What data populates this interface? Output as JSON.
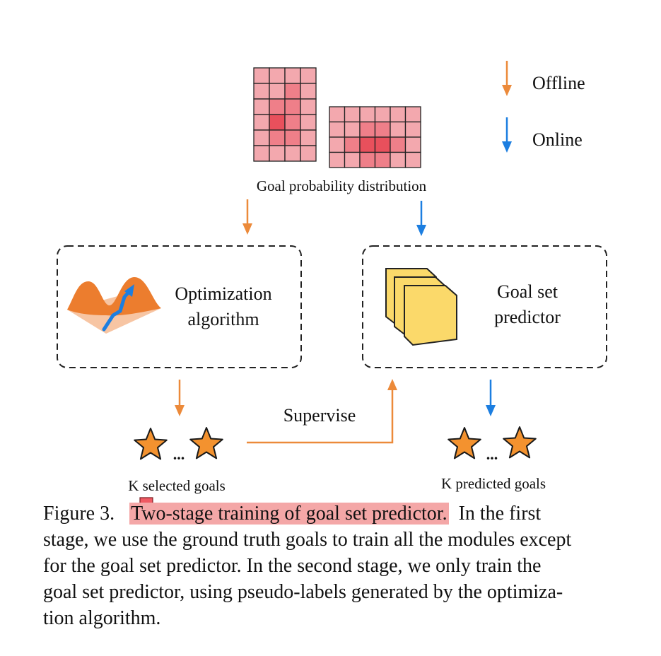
{
  "legend": {
    "offline_label": "Offline",
    "online_label": "Online",
    "offline_color": "#ec8a3a",
    "online_color": "#1c7ee0"
  },
  "figure": {
    "distribution_label": "Goal probability distribution",
    "optimization_line1": "Optimization",
    "optimization_line2": "algorithm",
    "predictor_line1": "Goal set",
    "predictor_line2": "predictor",
    "supervise_label": "Supervise",
    "selected_ellipsis": "...",
    "predicted_ellipsis": "...",
    "selected_goals_label": "K selected goals",
    "predicted_goals_label": "K predicted goals",
    "heatmap_colors": [
      "#f3a8ae",
      "#ef7f89",
      "#e8505c",
      "#f0959c"
    ],
    "star_color": "#f3922f",
    "box_color": "#fbd96a"
  },
  "caption": {
    "figure_number": "Figure 3.",
    "highlighted_title": "Two-stage training of goal set predictor.",
    "line1_rest": "In the first",
    "line2": "stage, we use the ground truth goals to train all the modules except",
    "line3": "for the goal set predictor.  In the second stage, we only train the",
    "line4": "goal set predictor, using pseudo-labels generated by the optimiza-",
    "line5": "tion algorithm."
  }
}
